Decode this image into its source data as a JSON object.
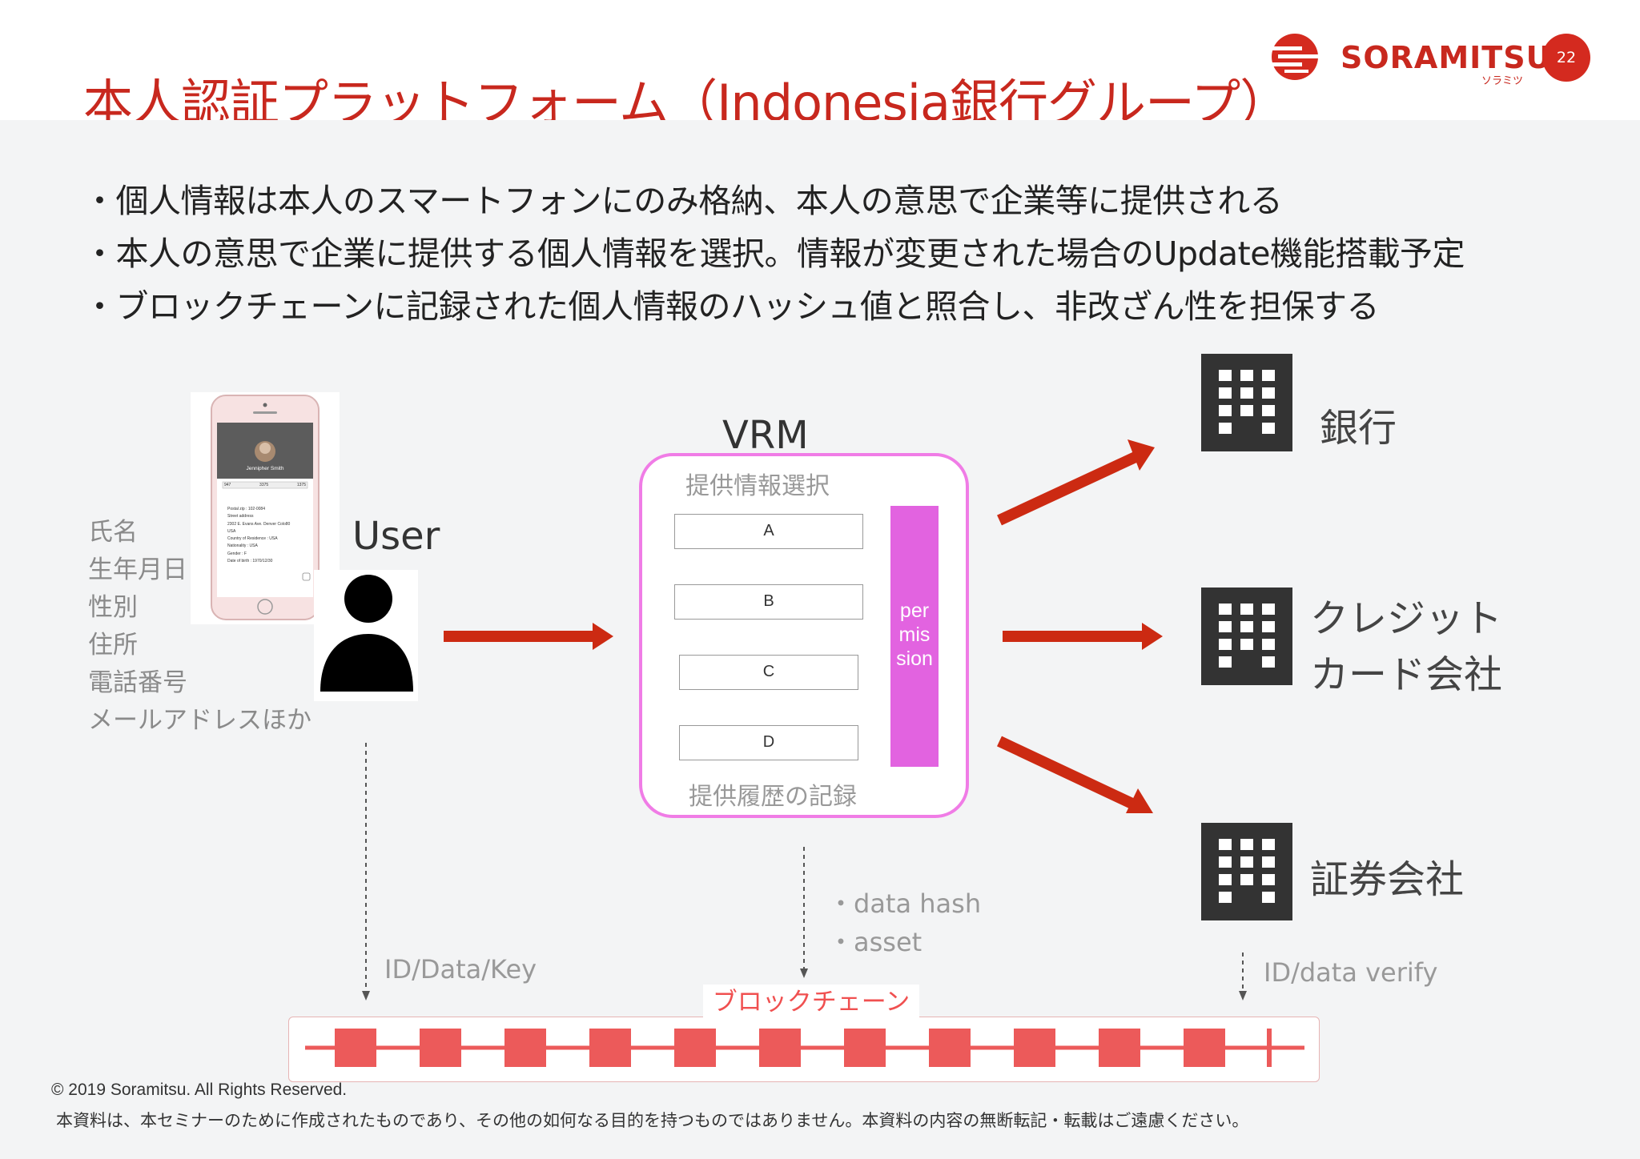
{
  "header": {
    "title": "本人認証プラットフォーム（Indonesia銀行グループ）",
    "logo_text": "SORAMITSU",
    "logo_sub": "ソラミツ",
    "page_number": "22"
  },
  "bullets": [
    "・個人情報は本人のスマートフォンにのみ格納、本人の意思で企業等に提供される",
    "・本人の意思で企業に提供する個人情報を選択。情報が変更された場合のUpdate機能搭載予定",
    "・ブロックチェーンに記録された個人情報のハッシュ値と照合し、非改ざん性を担保する"
  ],
  "phone": {
    "name": "Jennipher Smith",
    "stats": [
      "947",
      "3375",
      "1375"
    ],
    "fields": [
      "Postal zip : 102-0084",
      "Street address",
      "2302 E. Evans Ave. Denver Colo80",
      "USA",
      "Country of Residence : USA",
      "Nationality : USA",
      "Gender : F",
      "Date of birth : 1970/12/30"
    ]
  },
  "attributes": [
    "氏名",
    "生年月日",
    "性別",
    "住所",
    "電話番号",
    "メールアドレスほか"
  ],
  "user_label": "User",
  "vrm": {
    "title": "VRM",
    "top_label": "提供情報選択",
    "bottom_label": "提供履歴の記録",
    "options": [
      "A",
      "B",
      "C",
      "D"
    ],
    "permission": [
      "per",
      "mis",
      "sion"
    ]
  },
  "destinations": {
    "bank": "銀行",
    "credit_line1": "クレジット",
    "credit_line2": "カード会社",
    "securities": "証券会社"
  },
  "flows": {
    "user_to_chain": "ID/Data/Key",
    "vrm_items": [
      "・data hash",
      "・asset"
    ],
    "verify": "ID/data verify"
  },
  "blockchain_label": "ブロックチェーン",
  "footer": {
    "copyright": "© 2019 Soramitsu. All Rights Reserved.",
    "disclaimer": "本資料は、本セミナーのために作成されたものであり、その他の如何なる目的を持つものではありません。本資料の内容の無断転記・転載はご遠慮ください。"
  },
  "colors": {
    "brand_red": "#c8281e",
    "arrow_red": "#cc2a12",
    "permission_magenta": "#e263e0",
    "vrm_border": "#f07ce6",
    "chain_block": "#ec5a5a",
    "background": "#f3f4f5"
  },
  "icons": {
    "logo": "soramitsu-logo-icon",
    "user": "user-silhouette-icon",
    "building": "building-icon",
    "phone": "smartphone-icon"
  }
}
